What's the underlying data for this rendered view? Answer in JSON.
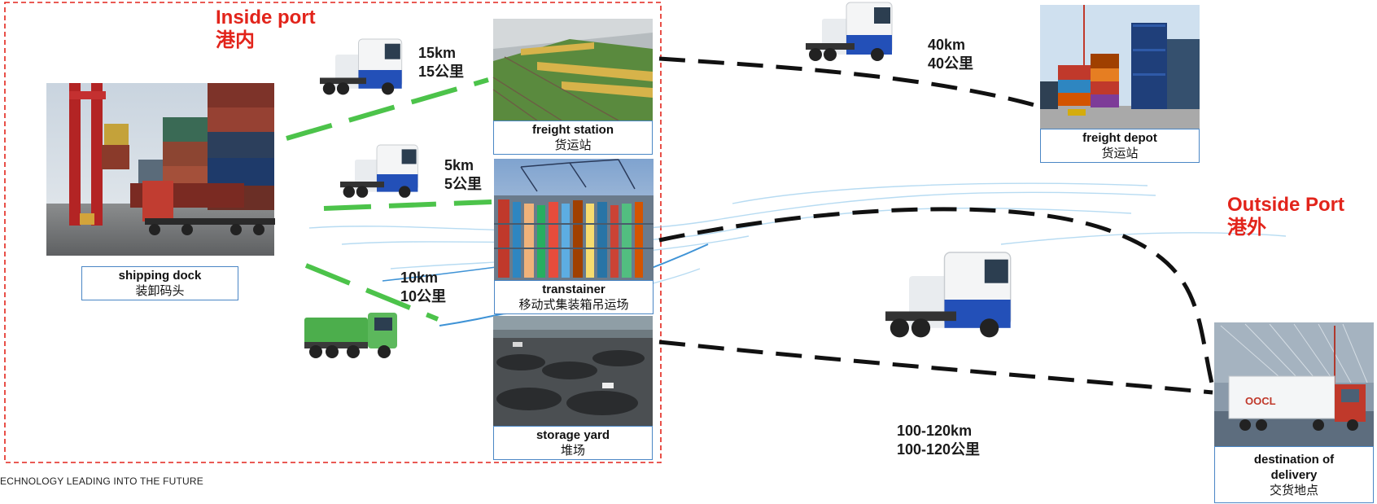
{
  "regions": {
    "inside_port": {
      "en": "Inside port",
      "zh": "港内"
    },
    "outside_port": {
      "en": "Outside Port",
      "zh": "港外"
    }
  },
  "nodes": {
    "shipping_dock": {
      "en": "shipping dock",
      "zh": "装卸码头"
    },
    "freight_station": {
      "en": "freight station",
      "zh": "货运站"
    },
    "transtainer": {
      "en": "transtainer",
      "zh": "移动式集装箱吊运场"
    },
    "storage_yard": {
      "en": "storage yard",
      "zh": "堆场"
    },
    "freight_depot": {
      "en": "freight depot",
      "zh": "货运站"
    },
    "destination": {
      "en_line1": "destination of",
      "en_line2": "delivery",
      "zh": "交货地点"
    }
  },
  "distances": {
    "to_freight_station": {
      "en": "15km",
      "zh": "15公里"
    },
    "to_transtainer": {
      "en": "5km",
      "zh": "5公里"
    },
    "to_storage_yard": {
      "en": "10km",
      "zh": "10公里"
    },
    "to_freight_depot": {
      "en": "40km",
      "zh": "40公里"
    },
    "to_destination": {
      "en": "100-120km",
      "zh": "100-120公里"
    }
  },
  "footer": "ECHNOLOGY LEADING INTO THE FUTURE",
  "colors": {
    "inside_border": "#e2241b",
    "title_red": "#e2241b",
    "green_route": "#4cc34a",
    "dash_route": "#111111",
    "caption_border": "#4a86c5",
    "truck_blue": "#2350b8"
  },
  "icons": [
    "tractor-truck-icon",
    "dump-truck-icon",
    "container-truck-icon"
  ]
}
